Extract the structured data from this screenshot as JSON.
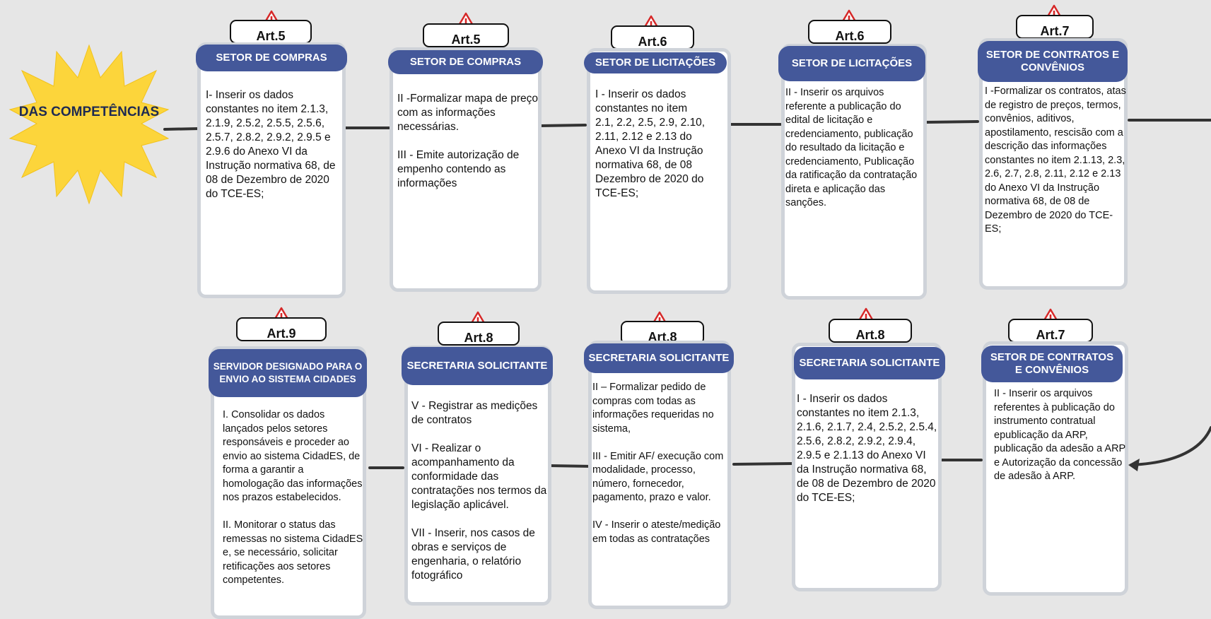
{
  "center": {
    "label": "DAS COMPETÊNCIAS"
  },
  "colors": {
    "header": "#44589a",
    "star_fill": "#fcd53b",
    "card_border": "#cfd3d9",
    "warning_red": "#d62828"
  },
  "icons": {
    "warning": "warning-triangle-icon"
  },
  "steps": [
    {
      "article": "Art.5",
      "header": "SETOR DE COMPRAS",
      "body": "I- Inserir os dados constantes no item 2.1.3, 2.1.9, 2.5.2, 2.5.5, 2.5.6, 2.5.7, 2.8.2, 2.9.2, 2.9.5 e 2.9.6 do Anexo VI da Instrução normativa 68, de 08 de Dezembro de 2020 do TCE-ES;"
    },
    {
      "article": "Art.5",
      "header": "SETOR DE COMPRAS",
      "body": "II -Formalizar mapa de preço com as informações necessárias.\n\nIII - Emite autorização de empenho contendo as informações"
    },
    {
      "article": "Art.6",
      "header": "SETOR DE LICITAÇÕES",
      "body": "I - Inserir os dados constantes no item 2.1, 2.2, 2.5, 2.9, 2.10, 2.11, 2.12 e 2.13 do Anexo VI da Instrução normativa 68, de 08 Dezembro de 2020 do TCE-ES;"
    },
    {
      "article": "Art.6",
      "header": "SETOR DE LICITAÇÕES",
      "body": "II - Inserir os arquivos referente a publicação do edital de licitação e credenciamento, publicação do resultado da licitação e credenciamento, Publicação da ratificação da contratação direta e aplicação das sanções."
    },
    {
      "article": "Art.7",
      "header": "SETOR DE CONTRATOS E CONVÊNIOS",
      "body": "I -Formalizar os contratos, atas de registro de preços, termos, convênios, aditivos, apostilamento, rescisão com a descrição das informações constantes no item 2.1.13, 2.3, 2.6, 2.7, 2.8, 2.11, 2.12 e 2.13 do Anexo VI da Instrução normativa 68, de 08 de Dezembro de 2020 do TCE-ES;"
    },
    {
      "article": "Art.7",
      "header": "SETOR DE CONTRATOS E CONVÊNIOS",
      "body": "II - Inserir os arquivos referentes à publicação do instrumento contratual epublicação da ARP, publicação da adesão a ARP e Autorização da concessão de adesão à ARP."
    },
    {
      "article": "Art.8",
      "header": "SECRETARIA SOLICITANTE",
      "body": "I - Inserir os dados constantes no item 2.1.3, 2.1.6, 2.1.7, 2.4, 2.5.2, 2.5.4, 2.5.6, 2.8.2, 2.9.2, 2.9.4, 2.9.5 e 2.1.13 do Anexo VI da Instrução normativa 68, de 08 de Dezembro de 2020 do TCE-ES;"
    },
    {
      "article": "Art.8",
      "header": "SECRETARIA SOLICITANTE",
      "body": "II – Formalizar pedido de compras com todas as informações requeridas no sistema,\n\nIII - Emitir AF/ execução com modalidade, processo, número, fornecedor, pagamento, prazo e valor.\n\nIV - Inserir o ateste/medição em todas as contratações"
    },
    {
      "article": "Art.8",
      "header": "SECRETARIA SOLICITANTE",
      "body": "V - Registrar as medições de contratos\n\nVI - Realizar o acompanhamento da conformidade das contratações nos termos da legislação aplicável.\n\nVII - Inserir, nos casos de obras e serviços de engenharia, o relatório fotográfico"
    },
    {
      "article": "Art.9",
      "header": "SERVIDOR DESIGNADO PARA O ENVIO AO SISTEMA CIDADES",
      "body": "I. Consolidar os dados lançados pelos setores responsáveis e proceder ao envio ao sistema CidadES, de forma a garantir a homologação das informações nos prazos estabelecidos.\n\nII. Monitorar o status das remessas no sistema CidadES e, se necessário, solicitar retificações aos setores competentes."
    }
  ]
}
